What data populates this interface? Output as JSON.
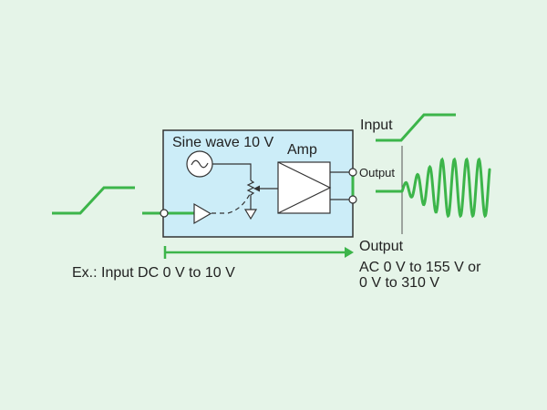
{
  "diagram": {
    "box_label": "Sine wave 10 V",
    "amp_label": "Amp",
    "output_terminal_label": "Output",
    "input_waveform_label": "Input",
    "example_text": "Ex.: Input DC 0 V to 10 V",
    "output_title": "Output",
    "output_range_line1": "AC 0 V to 155 V or",
    "output_range_line2": "0 V to 310 V"
  },
  "colors": {
    "background": "#e5f4e8",
    "box_fill": "#ccedf8",
    "signal_green": "#3cb54a",
    "line_dark": "#333333"
  }
}
